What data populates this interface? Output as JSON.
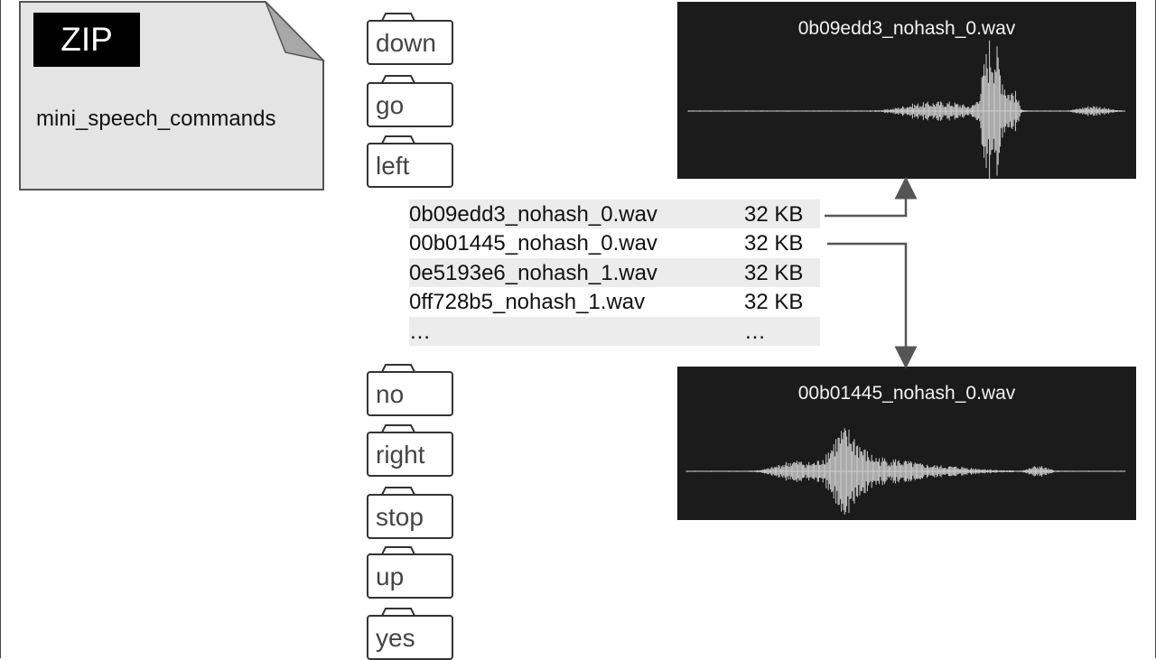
{
  "archive": {
    "badge": "ZIP",
    "name": "mini_speech_commands"
  },
  "folders_top": [
    {
      "label": "down"
    },
    {
      "label": "go"
    },
    {
      "label": "left"
    }
  ],
  "folders_bottom": [
    {
      "label": "no"
    },
    {
      "label": "right"
    },
    {
      "label": "stop"
    },
    {
      "label": "up"
    },
    {
      "label": "yes"
    }
  ],
  "files": [
    {
      "name": "0b09edd3_nohash_0.wav",
      "size": "32 KB"
    },
    {
      "name": "00b01445_nohash_0.wav",
      "size": "32 KB"
    },
    {
      "name": "0e5193e6_nohash_1.wav",
      "size": "32 KB"
    },
    {
      "name": "0ff728b5_nohash_1.wav",
      "size": "32 KB"
    },
    {
      "name": "…",
      "size": "…"
    }
  ],
  "waveforms": [
    {
      "title": "0b09edd3_nohash_0.wav"
    },
    {
      "title": "00b01445_nohash_0.wav"
    }
  ],
  "colors": {
    "panel_bg": "#1b1b1b",
    "wave": "#cfcfcf",
    "arrow": "#555555",
    "row_shade": "#ececec"
  }
}
